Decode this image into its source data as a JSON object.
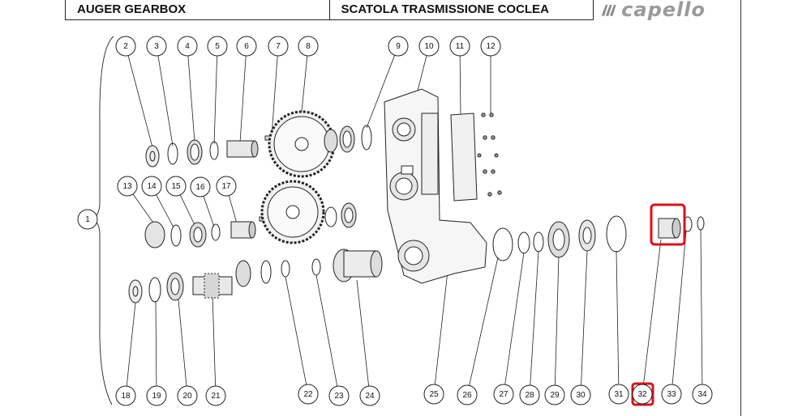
{
  "header": {
    "title_en": "AUGER GEARBOX",
    "title_it": "SCATOLA TRASMISSIONE COCLEA",
    "logo_text": "capello"
  },
  "colors": {
    "line": "#222222",
    "highlight": "#d8121b"
  },
  "callouts": [
    "1",
    "2",
    "3",
    "4",
    "5",
    "6",
    "7",
    "8",
    "9",
    "10",
    "11",
    "12",
    "13",
    "14",
    "15",
    "16",
    "17",
    "18",
    "19",
    "20",
    "21",
    "22",
    "23",
    "24",
    "25",
    "26",
    "27",
    "28",
    "29",
    "30",
    "31",
    "32",
    "33",
    "34"
  ],
  "highlighted_callouts": [
    "32"
  ]
}
